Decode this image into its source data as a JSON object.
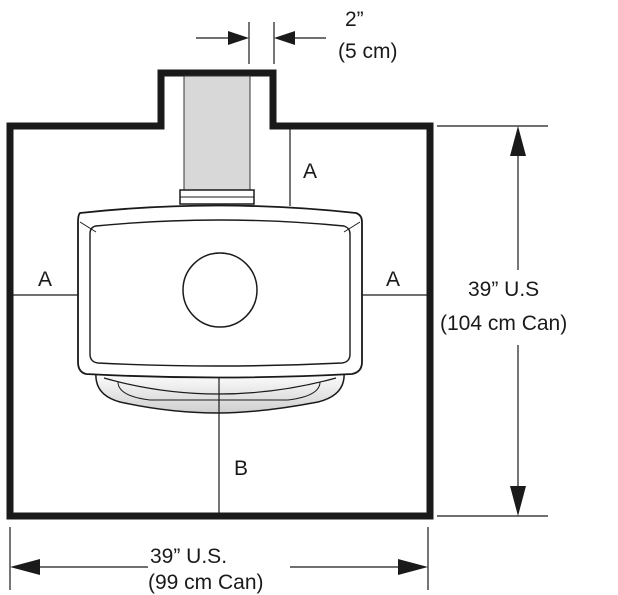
{
  "labels": {
    "clearance_side_left": "A",
    "clearance_side_right": "A",
    "clearance_rear": "A",
    "clearance_front": "B",
    "pipe_gap_us": "2”",
    "pipe_gap_metric": "(5 cm)",
    "depth_us": "39” U.S",
    "depth_metric": "(104 cm Can)",
    "width_us": "39” U.S.",
    "width_metric": "(99 cm Can)"
  },
  "colors": {
    "wall": "#1a1a1a",
    "pipe": "#d8d8d8",
    "line": "#1a1a1a",
    "stove_fill": "#ffffff"
  }
}
